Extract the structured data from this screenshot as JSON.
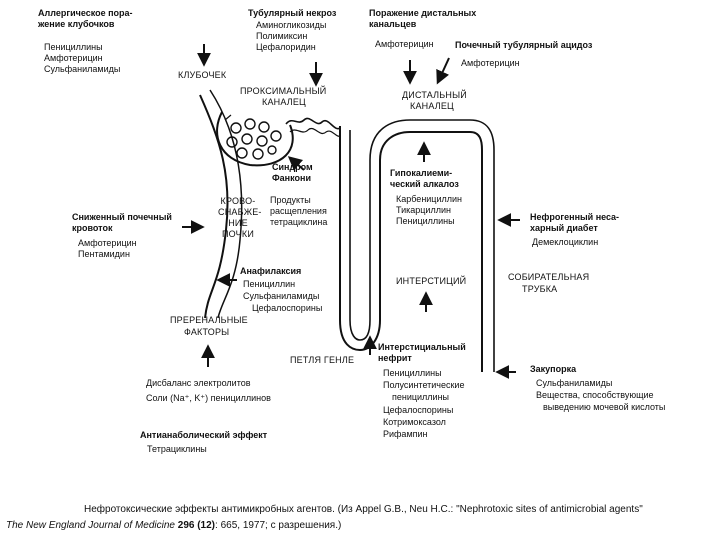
{
  "effects": {
    "glomerular_damage": {
      "title_1": "Аллергическое пора-",
      "title_2": "жение клубочков",
      "drugs": [
        "Пенициллины",
        "Амфотерицин",
        "Сульфаниламиды"
      ]
    },
    "tubular_necrosis": {
      "title": "Тубулярный некроз",
      "drugs": [
        "Аминогликозиды",
        "Полимиксин",
        "Цефалоридин"
      ]
    },
    "distal_damage": {
      "title_1": "Поражение дистальных",
      "title_2": "канальцев",
      "drugs": [
        "Амфотерицин"
      ]
    },
    "tubular_acidosis": {
      "title": "Почечный тубулярный ацидоз",
      "drugs": [
        "Амфотерицин"
      ]
    },
    "fanconi": {
      "title_1": "Синдром",
      "title_2": "Фанкони",
      "drugs": [
        "Продукты",
        "расщепления",
        "тетрациклина"
      ]
    },
    "hypokalemic_alkalosis": {
      "title_1": "Гипокалиеми-",
      "title_2": "ческий алкалоз",
      "drugs": [
        "Карбенициллин",
        "Тикарциллин",
        "Пенициллины"
      ]
    },
    "reduced_flow": {
      "title_1": "Сниженный почечный",
      "title_2": "кровоток",
      "drugs": [
        "Амфотерицин",
        "Пентамидин"
      ]
    },
    "nephrogenic_diabetes": {
      "title_1": "Нефрогенный несa-",
      "title_2": "харный диабет",
      "drugs": [
        "Демеклоциклин"
      ]
    },
    "anaphylaxis": {
      "title": "Анафилаксия",
      "drugs": [
        "Пенициллин",
        "Сульфаниламиды",
        "Цефалоспорины"
      ]
    },
    "interstitial_nephritis": {
      "title_1": "Интерстициальный",
      "title_2": "нефрит",
      "drugs": [
        "Пенициллины",
        "Полусинтетические",
        "пенициллины",
        "Цефалоспорины",
        "Котримоксазол",
        "Рифампин"
      ]
    },
    "obstruction": {
      "title": "Закупорка",
      "drugs": [
        "Сульфаниламиды",
        "Вещества, способствующие",
        "выведению мочевой кислоты"
      ]
    },
    "electrolyte": {
      "line_1": "Дисбаланс электролитов",
      "line_2": "Соли (Na⁺, K⁺) пенициллинов"
    },
    "antianabolic": {
      "title": "Антианаболический эффект",
      "drugs": [
        "Тетрациклины"
      ]
    }
  },
  "structures": {
    "glomerulus": "КЛУБОЧЕК",
    "proximal_1": "ПРОКСИМАЛЬНЫЙ",
    "proximal_2": "КАНАЛЕЦ",
    "distal_1": "ДИСТАЛЬНЫЙ",
    "distal_2": "КАНАЛЕЦ",
    "blood_supply": [
      "КРОВО-",
      "СНАБЖЕ-",
      "НИЕ",
      "ПОЧКИ"
    ],
    "prerenal_1": "ПРЕРЕНАЛЬНЫЕ",
    "prerenal_2": "ФАКТОРЫ",
    "loop": "ПЕТЛЯ ГЕНЛЕ",
    "interstitium": "ИНТЕРСТИЦИЙ",
    "collecting_1": "СОБИРАТЕЛЬНАЯ",
    "collecting_2": "ТРУБКА"
  },
  "caption": {
    "line_1": "Нефротоксические эффекты антимикробных агентов. (Из Appel G.B., Neu H.C.: \"Nephrotoxic sites of antimicrobial agents\"",
    "journal": "The New England Journal of Medicine",
    "volume": "296 (12)",
    "rest": ": 665, 1977; с разрешения.)"
  }
}
